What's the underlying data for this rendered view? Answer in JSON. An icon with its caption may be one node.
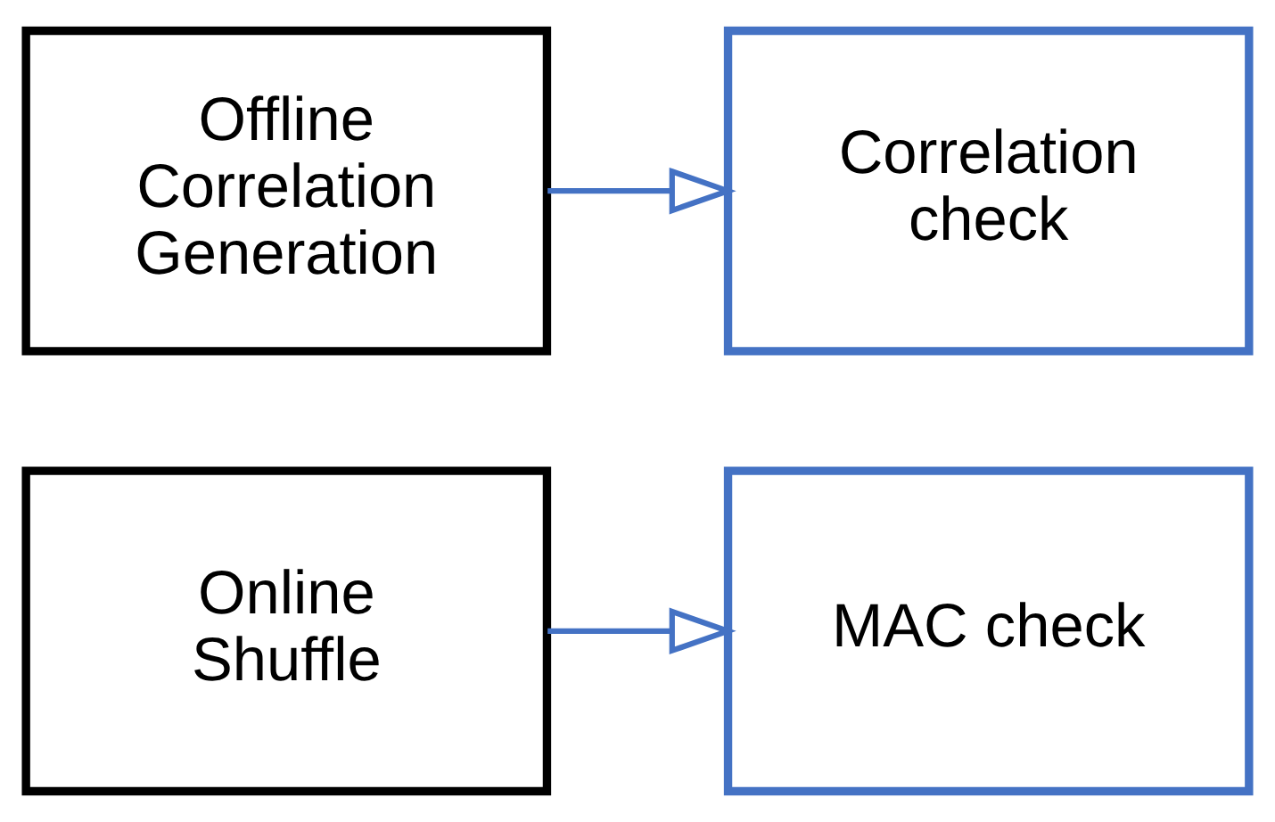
{
  "diagram": {
    "nodes": [
      {
        "text": [
          "Offline Correlation Generation"
        ]
      },
      {
        "text": [
          "Correlation check"
        ]
      },
      {
        "text": [
          "Online Shuffle"
        ]
      },
      {
        "text": [
          "MAC check"
        ]
      }
    ],
    "edges": [
      {
        "from": 0,
        "to": 1,
        "arrow": "to"
      },
      {
        "from": 2,
        "to": 3,
        "arrow": "to"
      }
    ]
  }
}
